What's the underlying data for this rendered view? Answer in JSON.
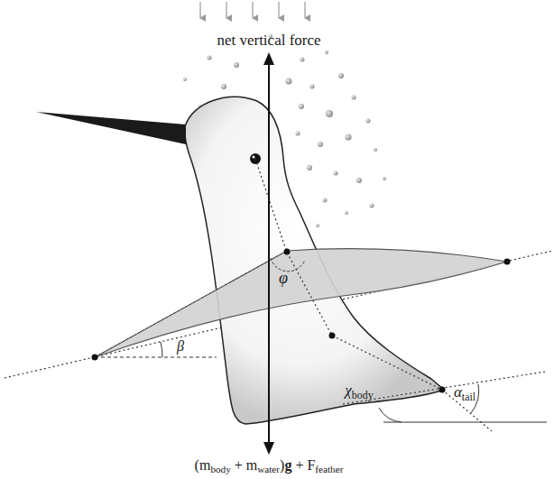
{
  "diagram": {
    "labels": [
      "net vertical force",
      "φ",
      "β",
      "χbody",
      "αtail",
      "(mbody + mwater)g + Ffeather"
    ]
  }
}
